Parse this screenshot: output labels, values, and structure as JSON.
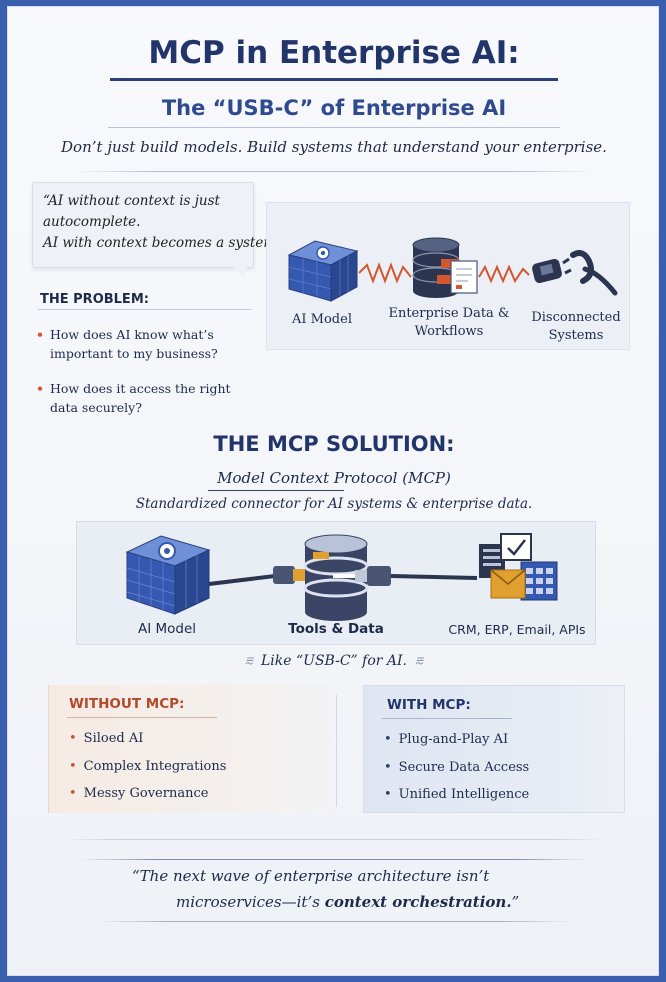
{
  "header": {
    "title": "MCP in Enterprise AI:",
    "subtitle": "The “USB-C” of Enterprise AI",
    "tagline": "Don’t just build models. Build systems that understand your enterprise."
  },
  "quote": {
    "lines": [
      "“AI without context is just",
      "autocomplete.",
      "AI with context becomes a system.”"
    ]
  },
  "problem": {
    "title": "THE PROBLEM:",
    "items": [
      "How does AI know what’s important to my business?",
      "How does it access the right data securely?"
    ],
    "diagram": {
      "ai_model": "AI Model",
      "enterprise_data_1": "Enterprise Data &",
      "enterprise_data_2": "Workflows",
      "disconnected_1": "Disconnected",
      "disconnected_2": "Systems"
    }
  },
  "solution": {
    "title": "THE MCP SOLUTION:",
    "name_main": "Model Context Protocol",
    "name_suffix": " (MCP)",
    "description": "Standardized connector for AI systems & enterprise data.",
    "diagram": {
      "ai_model": "AI Model",
      "tools_data": "Tools & Data",
      "systems": "CRM, ERP, Email, APIs"
    },
    "usb_label": "Like “USB-C” for AI."
  },
  "comparison": {
    "without": {
      "title": "WITHOUT MCP:",
      "items": [
        "Siloed AI",
        "Complex Integrations",
        "Messy Governance"
      ]
    },
    "with": {
      "title": "WITH MCP:",
      "items": [
        "Plug-and-Play AI",
        "Secure Data Access",
        "Unified Intelligence"
      ]
    }
  },
  "footer": {
    "quote_line_1": "“The next wave of enterprise architecture isn’t",
    "quote_line_2_plain": "microservices—it’s ",
    "quote_line_2_bold": "context orchestration.",
    "quote_line_2_end": "”"
  },
  "colors": {
    "navy": "#22356b",
    "accent_orange": "#d2572f",
    "cube_blue": "#3558b0",
    "frame_blue": "#3a5fae"
  }
}
